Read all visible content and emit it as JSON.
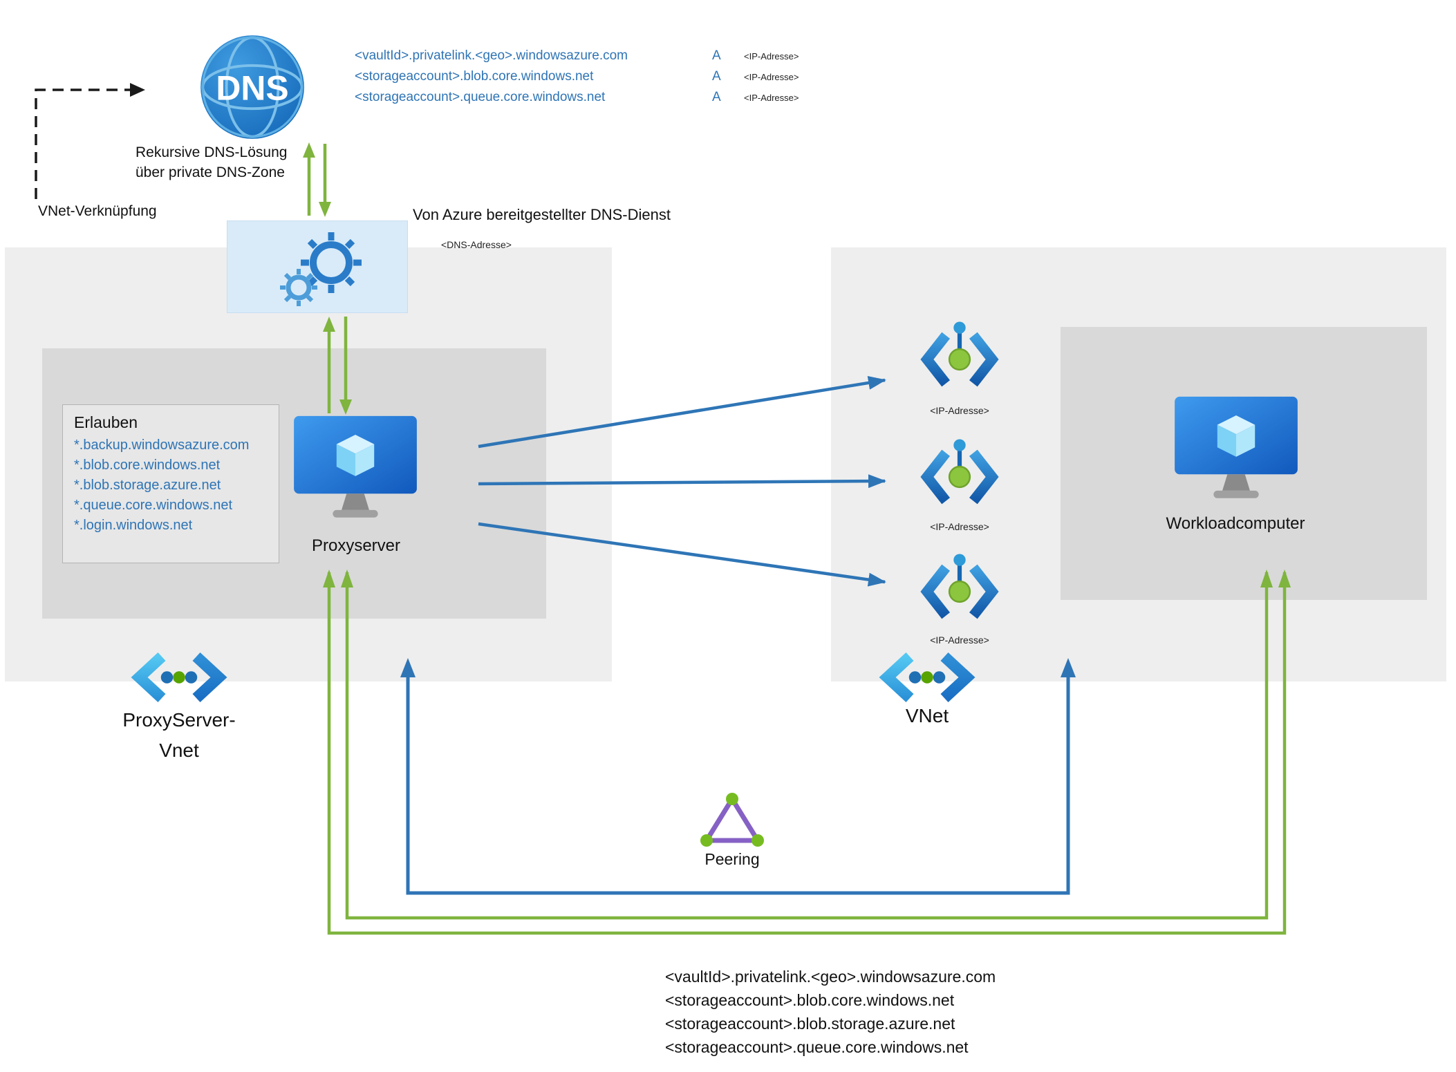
{
  "colors": {
    "blue_text": "#2e74b5",
    "arrow_blue": "#2e75b6",
    "arrow_green": "#7fb43e",
    "region_bg": "#eeeeee",
    "inner_box_bg": "#d9d9d9",
    "dns_icon_blue": "#1a7edb",
    "peering_purple": "#8661c5",
    "endpoint_green": "#8cc63f"
  },
  "dns": {
    "icon_label": "DNS",
    "records": [
      {
        "host": "<vaultId>.privatelink.<geo>.windowsazure.com",
        "type": "A",
        "ip": "<IP-Adresse>"
      },
      {
        "host": "<storageaccount>.blob.core.windows.net",
        "type": "A",
        "ip": "<IP-Adresse>"
      },
      {
        "host": "<storageaccount>.queue.core.windows.net",
        "type": "A",
        "ip": "<IP-Adresse>"
      }
    ],
    "recursive_line1": "Rekursive DNS-Lösung",
    "recursive_line2": "über private DNS-Zone",
    "vnet_link_label": "VNet-Verknüpfung",
    "azure_dns_service_label": "Von Azure bereitgestellter DNS-Dienst",
    "dns_address_placeholder": "<DNS-Adresse>"
  },
  "proxy_region": {
    "allow_title": "Erlauben",
    "allow_list": [
      "*.backup.windowsazure.com",
      "*.blob.core.windows.net",
      "*.blob.storage.azure.net",
      "*.queue.core.windows.net",
      "*.login.windows.net"
    ],
    "server_label": "Proxyserver",
    "vnet_label_line1": "ProxyServer-",
    "vnet_label_line2": "Vnet"
  },
  "workload_region": {
    "endpoint_labels": [
      "<IP-Adresse>",
      "<IP-Adresse>",
      "<IP-Adresse>"
    ],
    "computer_label": "Workloadcomputer",
    "vnet_label": "VNet"
  },
  "peering_label": "Peering",
  "resolved_names": [
    "<vaultId>.privatelink.<geo>.windowsazure.com",
    "<storageaccount>.blob.core.windows.net",
    "<storageaccount>.blob.storage.azure.net",
    "<storageaccount>.queue.core.windows.net"
  ]
}
